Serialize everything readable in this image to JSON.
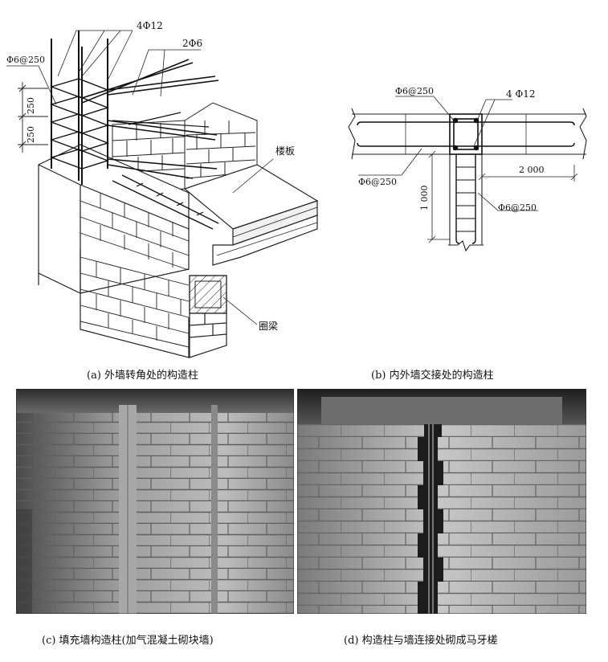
{
  "panel_a": {
    "labels": {
      "bars_4": "4Φ12",
      "bars_2": "2Φ6",
      "stirrup": "Φ6@250",
      "dim_top": "250",
      "dim_bottom": "250",
      "slab": "楼板",
      "ring_beam": "圈梁"
    },
    "caption": "(a) 外墙转角处的构造柱"
  },
  "panel_b": {
    "labels": {
      "stirrup_top": "Φ6@250",
      "bars_4": "4 Φ12",
      "stirrup_left": "Φ6@250",
      "length_right": "2 000",
      "length_down": "1 000",
      "stirrup_right": "Φ6@250"
    },
    "caption": "(b) 内外墙交接处的构造柱"
  },
  "panel_c": {
    "caption": "(c) 填充墙构造柱(加气混凝土砌块墙)"
  },
  "panel_d": {
    "caption": "(d) 构造柱与墙连接处砌成马牙槎"
  }
}
